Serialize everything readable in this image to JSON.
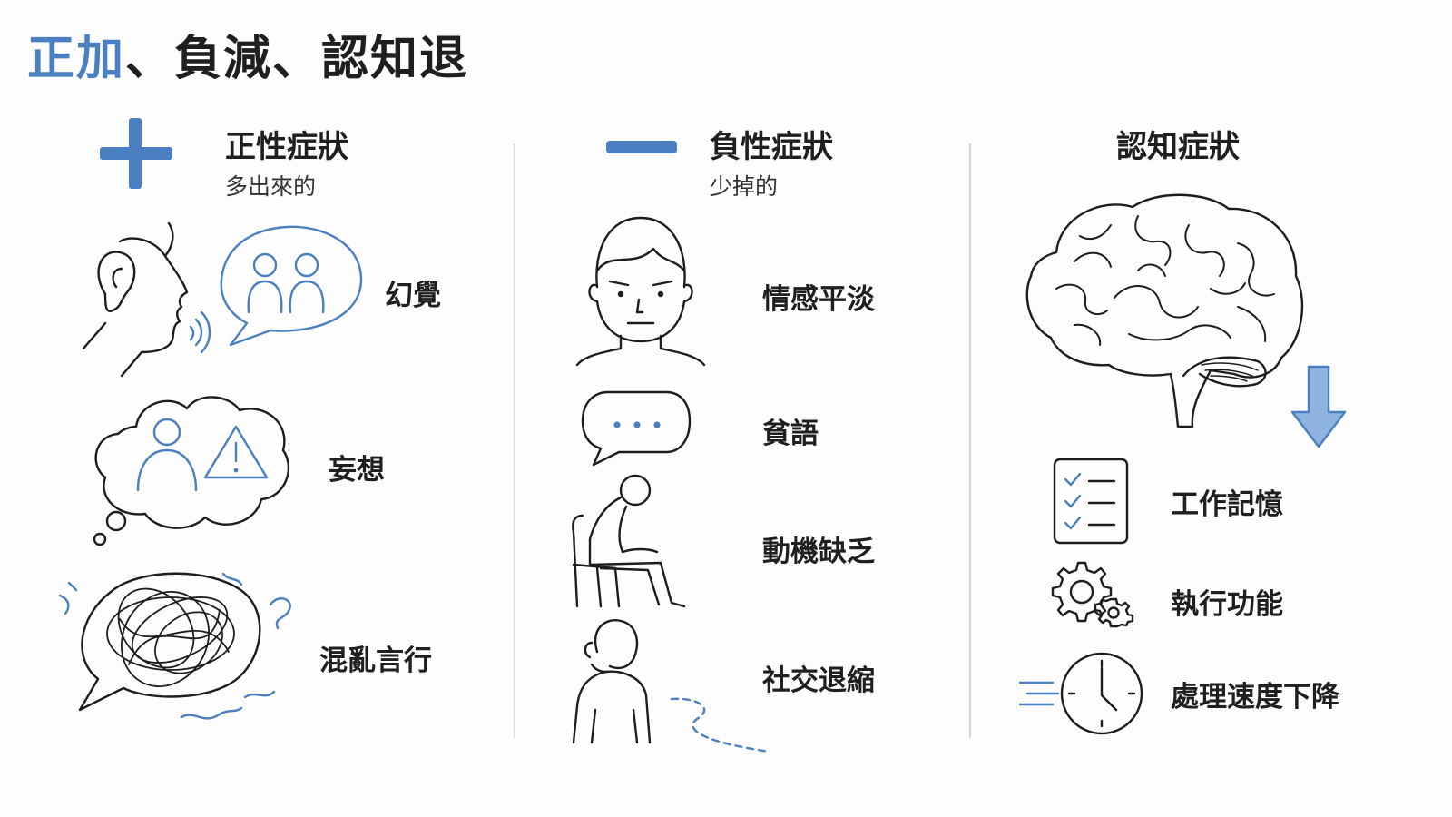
{
  "title": {
    "highlight": "正加",
    "rest": "、負減、認知退"
  },
  "columns": [
    {
      "heading": "正性症狀",
      "subtitle": "多出來的",
      "items": [
        "幻覺",
        "妄想",
        "混亂言行"
      ]
    },
    {
      "heading": "負性症狀",
      "subtitle": "少掉的",
      "items": [
        "情感平淡",
        "貧語",
        "動機缺乏",
        "社交退縮"
      ]
    },
    {
      "heading": "認知症狀",
      "items": [
        "工作記憶",
        "執行功能",
        "處理速度下降"
      ]
    }
  ],
  "colors": {
    "accent": "#4a7fc1",
    "ink": "#1d1d1d",
    "divider": "#d4d4d4"
  },
  "icons": {
    "plus": "plus-icon",
    "minus": "minus-icon",
    "hallucination": "ear-and-voices-icon",
    "delusion": "thought-bubble-warning-icon",
    "disorganized": "tangled-speech-icon",
    "flat_affect": "neutral-face-icon",
    "alogia": "empty-speech-bubble-icon",
    "avolition": "slumped-person-icon",
    "withdrawal": "turned-away-person-icon",
    "brain": "brain-icon",
    "decline": "down-arrow-icon",
    "memory": "checklist-icon",
    "executive": "gears-icon",
    "speed": "clock-icon"
  }
}
